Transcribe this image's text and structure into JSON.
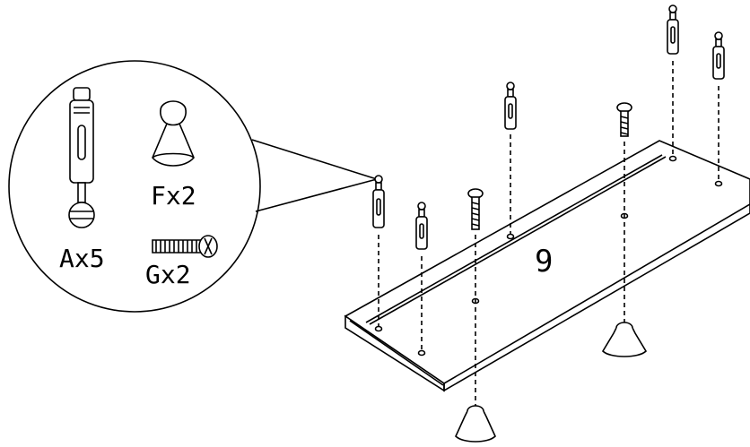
{
  "callout": {
    "part_a_label": "Ax5",
    "part_f_label": "Fx2",
    "part_g_label": "Gx2"
  },
  "panel": {
    "number": "9"
  }
}
